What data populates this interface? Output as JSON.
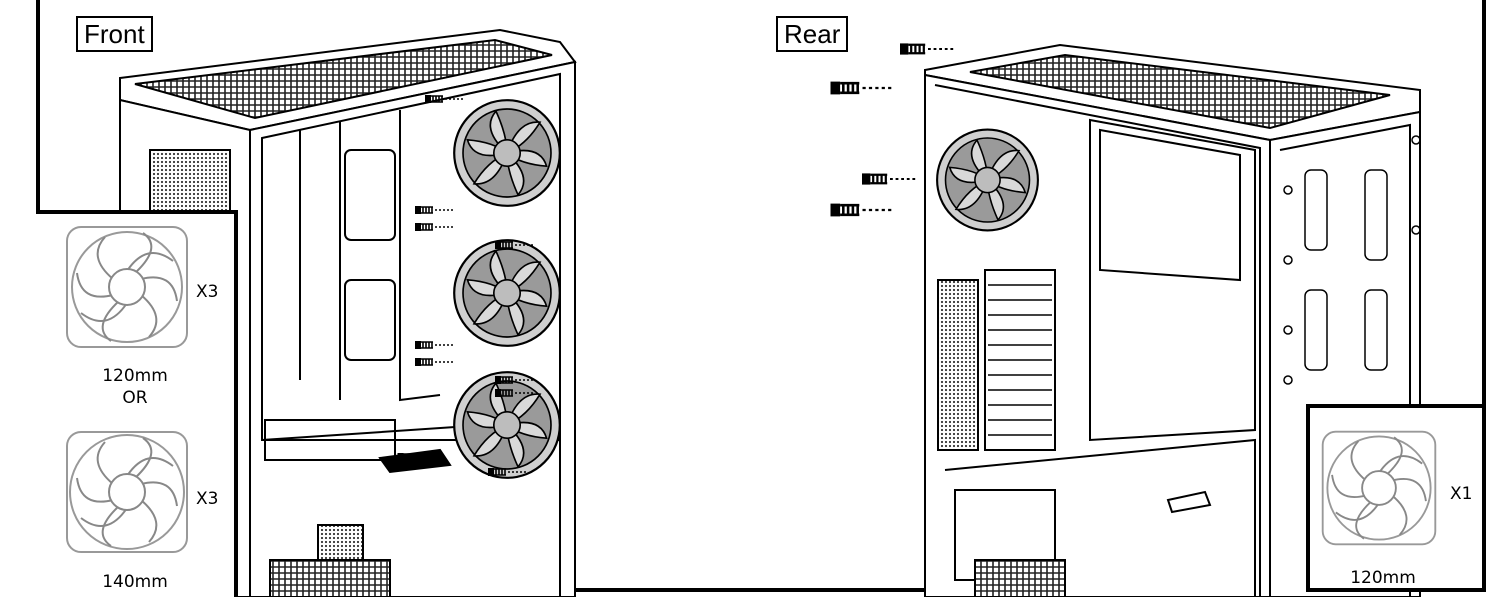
{
  "views": {
    "front": {
      "label": "Front"
    },
    "rear": {
      "label": "Rear"
    }
  },
  "front_inset": {
    "fan_a": {
      "count": "X3",
      "size": "120mm"
    },
    "separator": "OR",
    "fan_b": {
      "count": "X3",
      "size": "140mm"
    }
  },
  "rear_inset": {
    "fan": {
      "count": "X1",
      "size": "120mm"
    }
  },
  "colors": {
    "ink": "#000000",
    "paper": "#ffffff",
    "fan_gray": "#8a8a8a"
  }
}
